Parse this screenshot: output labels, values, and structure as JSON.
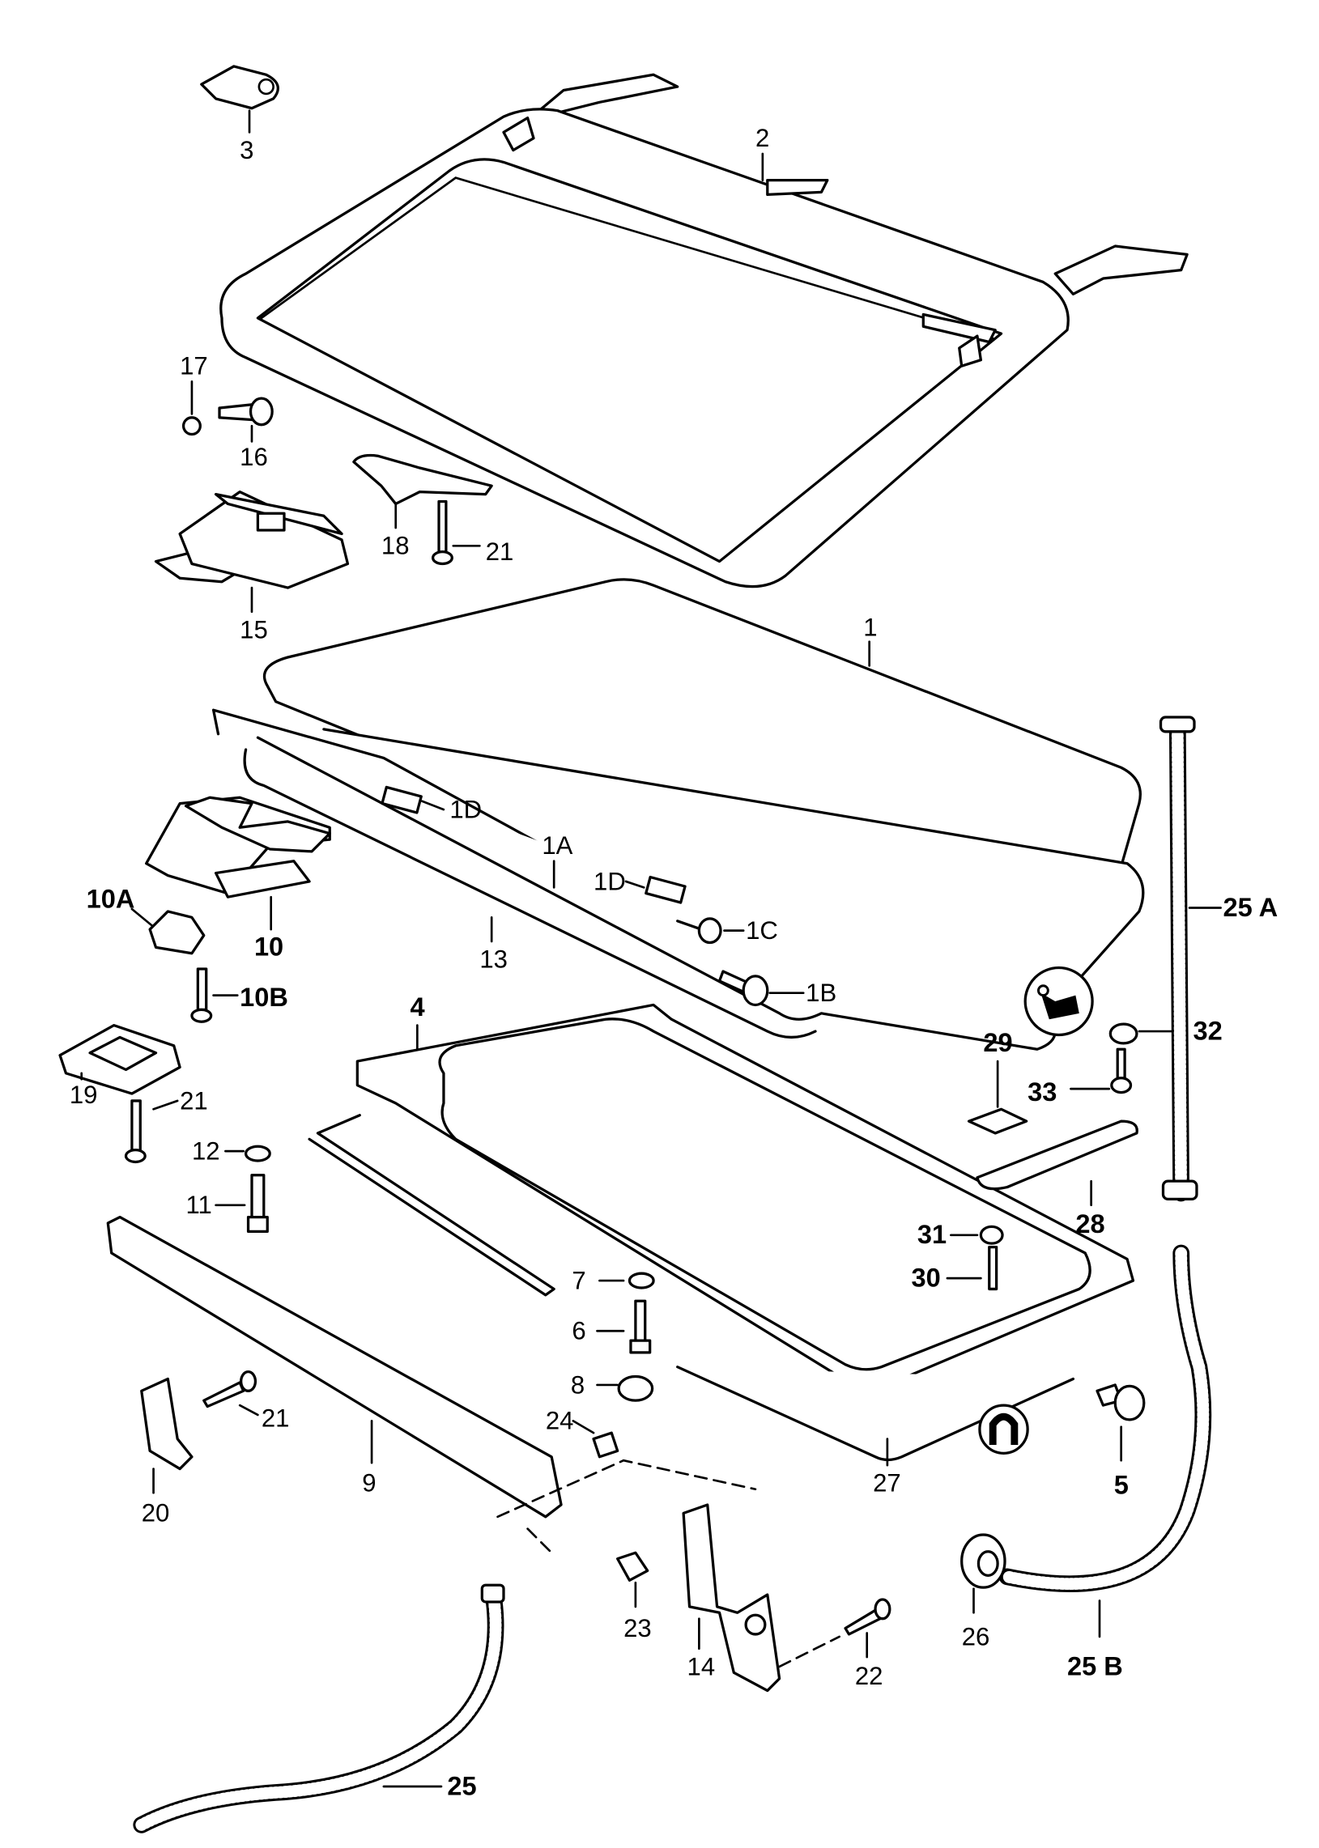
{
  "diagram": {
    "labels": {
      "l1": "1",
      "l1A": "1A",
      "l1B": "1B",
      "l1C": "1C",
      "l1D_a": "1D",
      "l1D_b": "1D",
      "l2": "2",
      "l3": "3",
      "l4": "4",
      "l5": "5",
      "l6": "6",
      "l7": "7",
      "l8": "8",
      "l9": "9",
      "l10": "10",
      "l10A": "10A",
      "l10B": "10B",
      "l11": "11",
      "l12": "12",
      "l13": "13",
      "l14": "14",
      "l15": "15",
      "l16": "16",
      "l17": "17",
      "l18": "18",
      "l19": "19",
      "l20": "20",
      "l21_a": "21",
      "l21_b": "21",
      "l21_c": "21",
      "l22": "22",
      "l23": "23",
      "l24": "24",
      "l25": "25",
      "l25A": "25 A",
      "l25B": "25 B",
      "l26": "26",
      "l27": "27",
      "l28": "28",
      "l29": "29",
      "l30": "30",
      "l31": "31",
      "l32": "32",
      "l33": "33"
    },
    "symbols": [
      "sealant-symbol-icon",
      "magnet-symbol-icon"
    ]
  }
}
